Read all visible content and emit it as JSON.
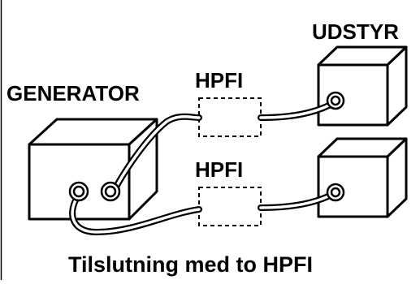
{
  "labels": {
    "equipment": "UDSTYR",
    "generator": "GENERATOR",
    "hpfi_top": "HPFI",
    "hpfi_bottom": "HPFI",
    "caption": "Tilslutning med to HPFI"
  },
  "colors": {
    "ink": "#000000",
    "background": "#ffffff"
  },
  "icons": {
    "generator": "generator-box-icon",
    "equipment_top": "equipment-box-icon",
    "equipment_bottom": "equipment-box-icon",
    "hpfi": "dashed-box-icon"
  }
}
